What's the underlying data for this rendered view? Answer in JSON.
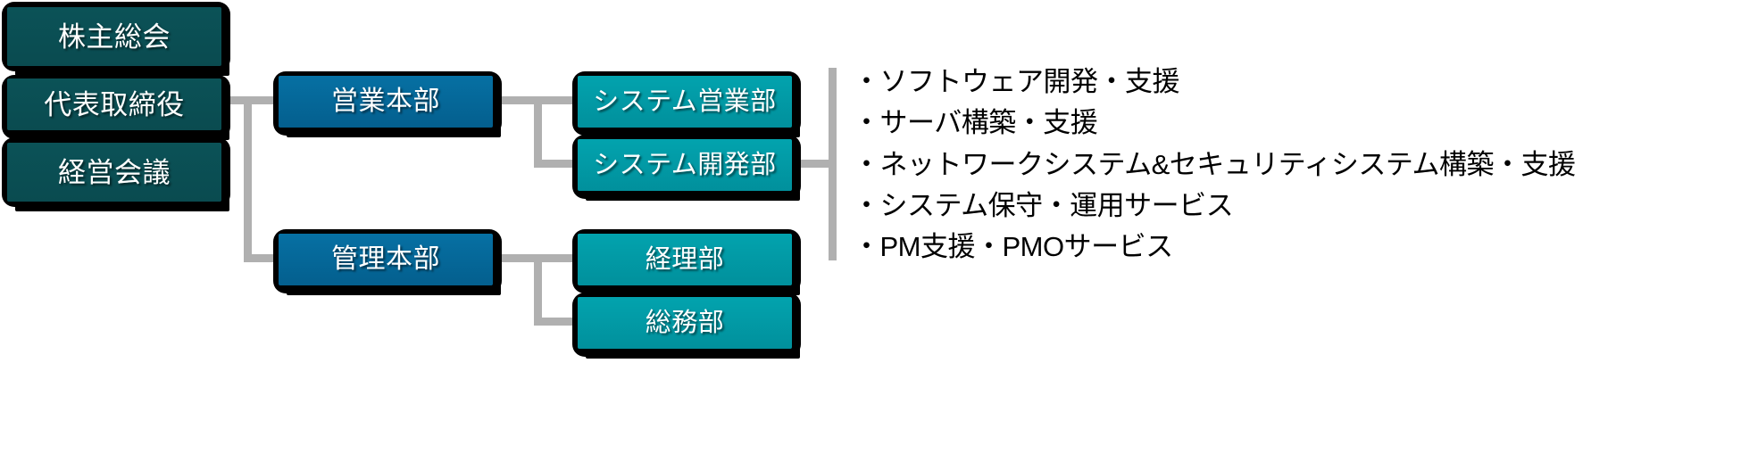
{
  "diagram": {
    "type": "organization-chart",
    "title": "",
    "colors": {
      "level1_fill": "#0a4f52",
      "level2_fill": "#05699e",
      "level3_fill": "#029ba8",
      "connector": "#b0b0b0",
      "shadow": "#000000",
      "text": "#ffffff",
      "bullet_text": "#000000",
      "background": "#ffffff"
    },
    "nodes": {
      "shareholders_meeting": "株主総会",
      "representative_director": "代表取締役",
      "management_council": "経営会議",
      "sales_headquarters": "営業本部",
      "administration_headquarters": "管理本部",
      "system_sales_dept": "システム営業部",
      "system_development_dept": "システム開発部",
      "accounting_dept": "経理部",
      "general_affairs_dept": "総務部"
    },
    "services": {
      "items": [
        "・ソフトウェア開発・支援",
        "・サーバ構築・支援",
        "・ネットワークシステム&セキュリティシステム構築・支援",
        "・システム保守・運用サービス",
        "・PM支援・PMOサービス"
      ]
    }
  }
}
